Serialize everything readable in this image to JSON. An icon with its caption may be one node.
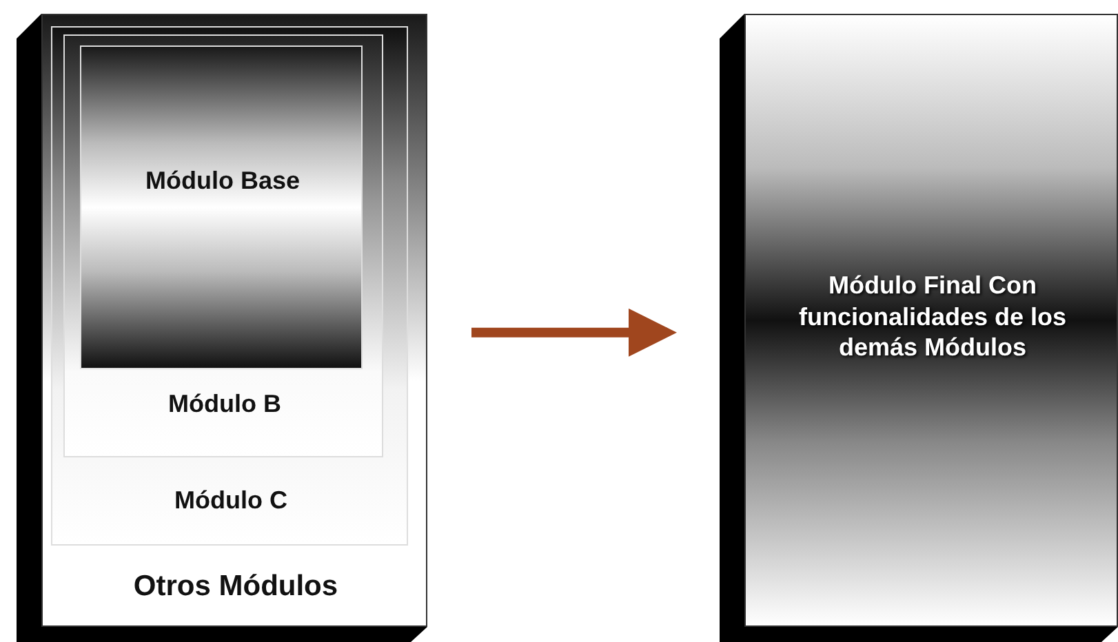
{
  "diagram": {
    "nodes": [
      {
        "text": [
          "Otros Módulos"
        ]
      },
      {
        "text": [
          "Módulo C"
        ],
        "in": 0
      },
      {
        "text": [
          "Módulo B"
        ],
        "in": 1
      },
      {
        "text": [
          "Módulo Base"
        ],
        "in": 2
      },
      {
        "text": [
          "Módulo Final Con funcionalidades de los demás Módulos"
        ]
      }
    ],
    "edges": [
      {
        "from": 0,
        "to": 4,
        "arrow": "to",
        "color": "#a0461e"
      }
    ]
  }
}
